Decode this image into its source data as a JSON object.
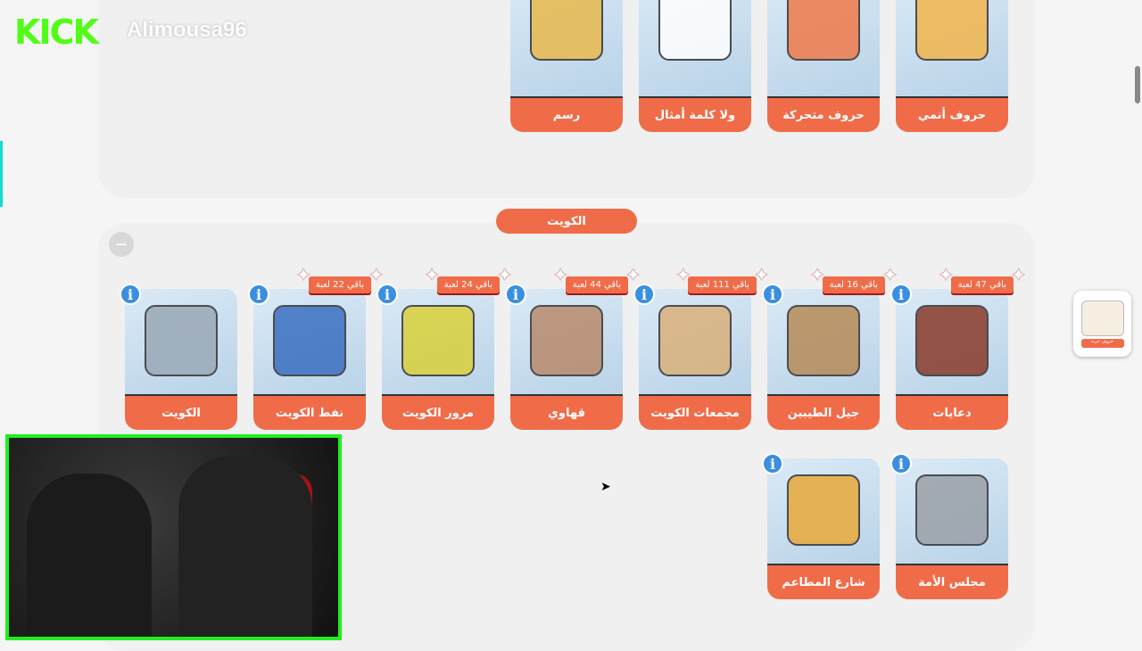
{
  "overlay": {
    "brand": "KICK",
    "username": "Alimousa96"
  },
  "top_section": {
    "cards": [
      {
        "label": "رسم",
        "color": "#e9b94c"
      },
      {
        "label": "ولا كلمة أمثال",
        "color": "#ffffff"
      },
      {
        "label": "حروف متحركة",
        "color": "#f07a4a"
      },
      {
        "label": "حروف أنمي",
        "color": "#f2b54c"
      }
    ]
  },
  "kuwait_section": {
    "title": "الكويت",
    "collapse_label": "−",
    "cards": [
      {
        "label": "الكويت",
        "badge": null,
        "color": "#9aa9b6"
      },
      {
        "label": "نفط الكويت",
        "badge": "باقي 22 لعبة",
        "color": "#3a6fc0"
      },
      {
        "label": "مرور الكويت",
        "badge": "باقي 24 لعبة",
        "color": "#d9d03a"
      },
      {
        "label": "قهاوي",
        "badge": "باقي 44 لعبة",
        "color": "#b98a6b"
      },
      {
        "label": "مجمعات الكويت",
        "badge": "باقي 111 لعبة",
        "color": "#d9b07a"
      },
      {
        "label": "جيل الطيبين",
        "badge": "باقي 16 لعبة",
        "color": "#b78b58"
      },
      {
        "label": "دعايات",
        "badge": "باقي 47 لعبة",
        "color": "#8a3a2a"
      },
      {
        "label": "شارع المطاعم",
        "badge": null,
        "color": "#e9a93a"
      },
      {
        "label": "مجلس الأمة",
        "badge": null,
        "color": "#9aa0a8"
      }
    ]
  },
  "info_glyph": "i",
  "widget": {
    "label": "حروف خربه"
  }
}
